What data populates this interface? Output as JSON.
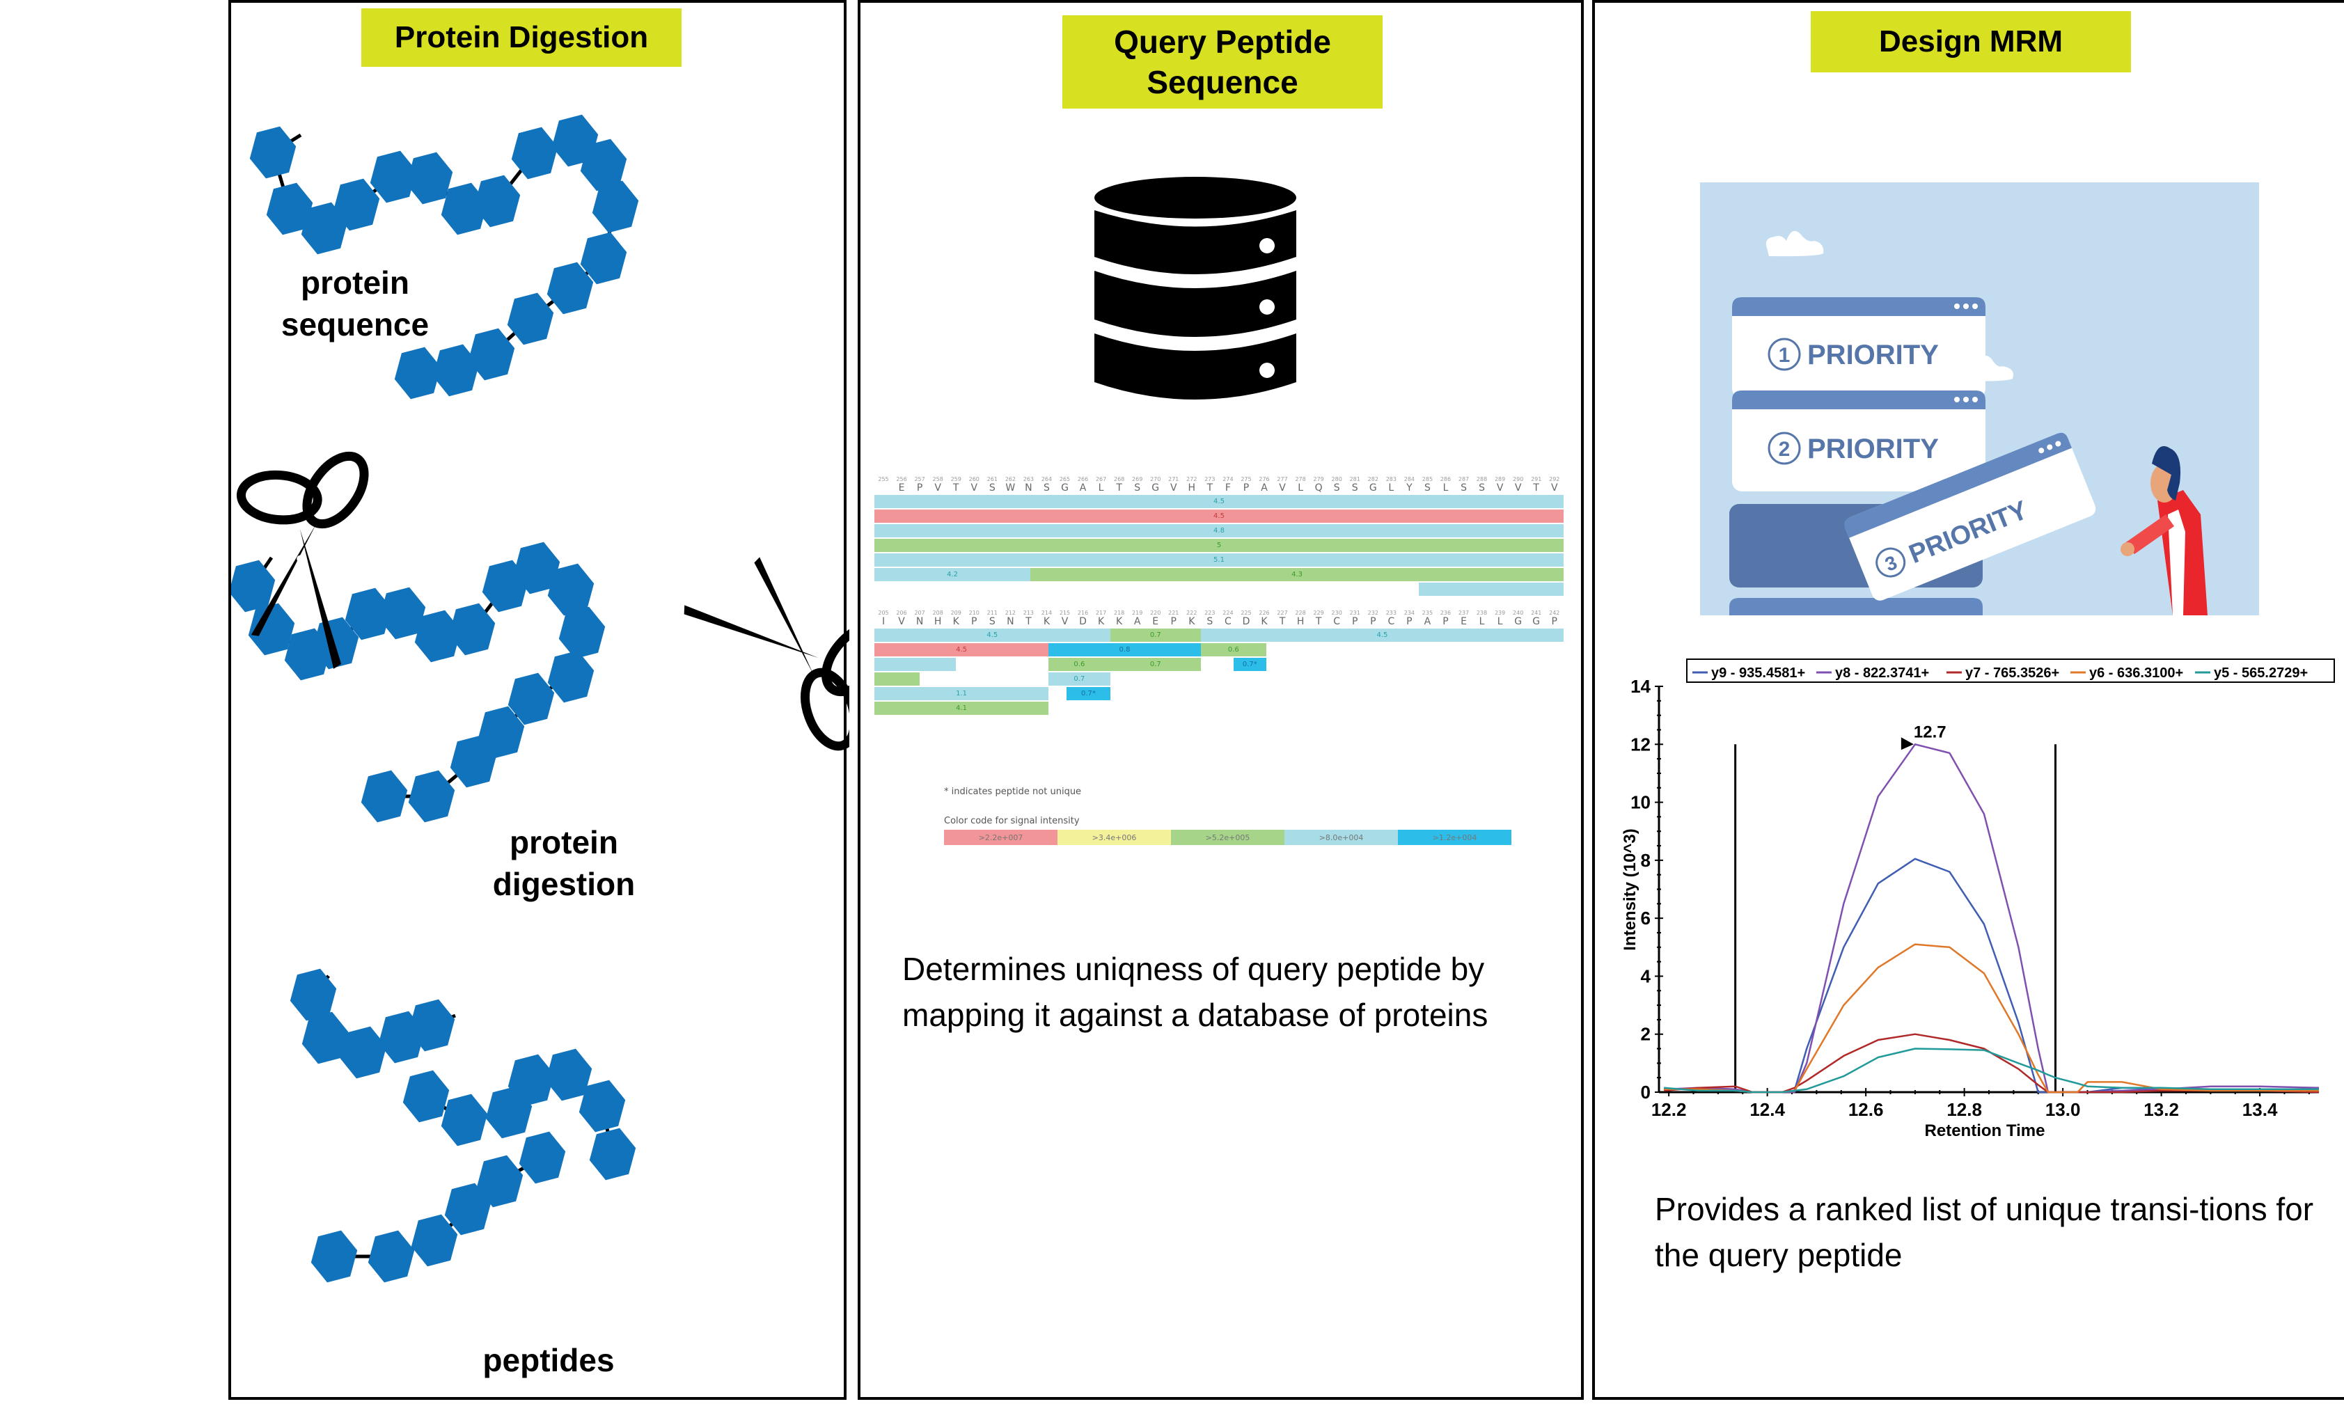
{
  "panels": [
    {
      "title": "Protein Digestion",
      "labels": {
        "protein_sequence": [
          "protein",
          "sequence"
        ],
        "protein_digestion": [
          "protein",
          "digestion"
        ],
        "peptides": "peptides"
      },
      "colors": {
        "residue": "#1273bd",
        "header_bg": "#d7e021"
      }
    },
    {
      "title_lines": [
        "Query Peptide",
        "Sequence"
      ],
      "icon": "database-icon",
      "sequence_blocks": [
        {
          "positions": [
            "255",
            "256",
            "257",
            "258",
            "259",
            "260",
            "261",
            "262",
            "263",
            "264",
            "265",
            "266",
            "267",
            "268",
            "269",
            "270",
            "271",
            "272",
            "273",
            "274",
            "275",
            "276",
            "277",
            "278",
            "279",
            "280",
            "281",
            "282",
            "283",
            "284",
            "285",
            "286",
            "287",
            "288",
            "289",
            "290",
            "291",
            "292"
          ],
          "residues": [
            "",
            "E",
            "P",
            "V",
            "T",
            "V",
            "S",
            "W",
            "N",
            "S",
            "G",
            "A",
            "L",
            "T",
            "S",
            "G",
            "V",
            "H",
            "T",
            "F",
            "P",
            "A",
            "V",
            "L",
            "Q",
            "S",
            "S",
            "G",
            "L",
            "Y",
            "S",
            "L",
            "S",
            "S",
            "V",
            "V",
            "T",
            "V"
          ],
          "rows": [
            [
              {
                "start": 0,
                "end": 38,
                "color": "lightblue",
                "label": "4.5"
              }
            ],
            [
              {
                "start": 0,
                "end": 38,
                "color": "red",
                "label": "4.5"
              }
            ],
            [
              {
                "start": 0,
                "end": 38,
                "color": "lightblue",
                "label": "4.8"
              }
            ],
            [
              {
                "start": 0,
                "end": 38,
                "color": "green",
                "label": "5"
              }
            ],
            [
              {
                "start": 0,
                "end": 38,
                "color": "lightblue",
                "label": "5.1"
              }
            ],
            [
              {
                "start": 0,
                "end": 8.6,
                "color": "lightblue",
                "label": "4.2"
              },
              {
                "start": 8.6,
                "end": 38,
                "color": "green",
                "label": "4.3"
              }
            ],
            [
              {
                "start": 30,
                "end": 38,
                "color": "lightblue",
                "label": ""
              }
            ]
          ]
        },
        {
          "positions": [
            "205",
            "206",
            "207",
            "208",
            "209",
            "210",
            "211",
            "212",
            "213",
            "214",
            "215",
            "216",
            "217",
            "218",
            "219",
            "220",
            "221",
            "222",
            "223",
            "224",
            "225",
            "226",
            "227",
            "228",
            "229",
            "230",
            "231",
            "232",
            "233",
            "234",
            "235",
            "236",
            "237",
            "238",
            "239",
            "240",
            "241",
            "242"
          ],
          "residues": [
            "I",
            "V",
            "N",
            "H",
            "K",
            "P",
            "S",
            "N",
            "T",
            "K",
            "V",
            "D",
            "K",
            "K",
            "A",
            "E",
            "P",
            "K",
            "S",
            "C",
            "D",
            "K",
            "T",
            "H",
            "T",
            "C",
            "P",
            "P",
            "C",
            "P",
            "A",
            "P",
            "E",
            "L",
            "L",
            "G",
            "G",
            "P"
          ],
          "rows": [
            [
              {
                "start": 0,
                "end": 13,
                "color": "lightblue",
                "label": "4.5"
              },
              {
                "start": 13,
                "end": 18,
                "color": "green",
                "label": "0.7"
              },
              {
                "start": 18,
                "end": 38,
                "color": "lightblue",
                "label": "4.5"
              }
            ],
            [
              {
                "start": 0,
                "end": 9.6,
                "color": "red",
                "label": "4.5"
              },
              {
                "start": 9.6,
                "end": 18,
                "color": "blue",
                "label": "0.8"
              },
              {
                "start": 18,
                "end": 21.6,
                "color": "green",
                "label": "0.6"
              }
            ],
            [
              {
                "start": 0,
                "end": 4.5,
                "color": "lightblue",
                "label": ""
              },
              {
                "start": 9.6,
                "end": 13,
                "color": "green",
                "label": "0.6"
              },
              {
                "start": 13,
                "end": 18,
                "color": "green",
                "label": "0.7"
              },
              {
                "start": 19.8,
                "end": 21.6,
                "color": "blue",
                "label": "0.7*"
              }
            ],
            [
              {
                "start": 0,
                "end": 2.5,
                "color": "green",
                "label": ""
              },
              {
                "start": 9.6,
                "end": 13,
                "color": "lightblue",
                "label": "0.7"
              }
            ],
            [
              {
                "start": 0,
                "end": 9.6,
                "color": "lightblue",
                "label": "1.1"
              },
              {
                "start": 10.6,
                "end": 13,
                "color": "blue",
                "label": "0.7*"
              }
            ],
            [
              {
                "start": 0,
                "end": 9.6,
                "color": "green",
                "label": "4.1"
              }
            ]
          ]
        }
      ],
      "note": "* indicates peptide not unique",
      "color_legend_title": "Color code for signal intensity",
      "color_legend": [
        {
          "label": ">2.2e+007",
          "color": "#f19599"
        },
        {
          "label": ">3.4e+006",
          "color": "#f3f29b"
        },
        {
          "label": ">5.2e+005",
          "color": "#a6d58a"
        },
        {
          "label": ">8.0e+004",
          "color": "#a8dde8"
        },
        {
          "label": ">1.2e+004",
          "color": "#2cbde9"
        }
      ],
      "description": "Determines uniqness of query peptide by mapping it against a database of proteins"
    },
    {
      "title": "Design MRM",
      "illustration": {
        "cards": [
          "PRIORITY",
          "PRIORITY",
          "PRIORITY"
        ],
        "card_numbers": [
          "1",
          "2",
          "3"
        ],
        "colors": {
          "sky": "#c3dcf0",
          "card_header": "#6488c0",
          "card_dark": "#5676aa",
          "shirt": "#e8262b",
          "hair": "#1b3a78"
        }
      },
      "description": "Provides a ranked list of unique transi-tions for the query peptide"
    }
  ],
  "chart_data": {
    "type": "line",
    "title": "",
    "xlabel": "Retention Time",
    "ylabel": "Intensity (10^3)",
    "xlim": [
      12.18,
      13.52
    ],
    "ylim": [
      0,
      14
    ],
    "xticks": [
      "12.2",
      "12.4",
      "12.6",
      "12.8",
      "13.0",
      "13.2",
      "13.4"
    ],
    "xtick_values": [
      12.2,
      12.4,
      12.6,
      12.8,
      13.0,
      13.2,
      13.4
    ],
    "yticks": [
      "0",
      "2",
      "4",
      "6",
      "8",
      "10",
      "12",
      "14"
    ],
    "ytick_values": [
      0,
      2,
      4,
      6,
      8,
      10,
      12,
      14
    ],
    "legend_position": "top",
    "peak_annotation": {
      "label": "12.7",
      "x": 12.7,
      "y": 12.0
    },
    "integration_boundaries": [
      12.335,
      12.985
    ],
    "x": [
      12.19,
      12.26,
      12.335,
      12.37,
      12.43,
      12.455,
      12.48,
      12.555,
      12.625,
      12.7,
      12.77,
      12.84,
      12.91,
      12.95,
      12.97,
      12.985,
      13.03,
      13.05,
      13.12,
      13.2,
      13.3,
      13.4,
      13.52
    ],
    "series": [
      {
        "name": "y9 - 935.4581+",
        "color": "#3f5db3",
        "values": [
          0.1,
          0.1,
          0.05,
          0,
          0,
          0.05,
          1.5,
          5.0,
          7.2,
          8.05,
          7.6,
          5.8,
          2.4,
          0,
          0,
          0,
          0,
          0,
          0.15,
          0.1,
          0.05,
          0.05,
          0.05
        ]
      },
      {
        "name": "y8 - 822.3741+",
        "color": "#8050b0",
        "values": [
          0.1,
          0.15,
          0.1,
          0,
          0,
          0,
          1.0,
          6.5,
          10.2,
          12.0,
          11.7,
          9.6,
          5.0,
          1.5,
          0,
          0,
          0,
          0,
          0.05,
          0.1,
          0.2,
          0.2,
          0.15
        ]
      },
      {
        "name": "y7 - 765.3526+",
        "color": "#b02828",
        "values": [
          0.05,
          0.15,
          0.2,
          0,
          0,
          0.15,
          0.4,
          1.25,
          1.8,
          2.0,
          1.8,
          1.5,
          0.8,
          0.25,
          0,
          0,
          0,
          0,
          0,
          0.05,
          0.05,
          0.05,
          0
        ]
      },
      {
        "name": "y6 - 636.3100+",
        "color": "#e07828",
        "values": [
          0.1,
          0.1,
          0.05,
          0,
          0,
          0.05,
          0.8,
          3.0,
          4.3,
          5.1,
          5.0,
          4.1,
          2.0,
          0.6,
          0,
          0,
          0,
          0.35,
          0.35,
          0.1,
          0.05,
          0.05,
          0.05
        ]
      },
      {
        "name": "y5 - 565.2729+",
        "color": "#239a9a",
        "values": [
          0.15,
          0.05,
          0.05,
          0,
          0,
          0.05,
          0.1,
          0.55,
          1.2,
          1.5,
          1.48,
          1.45,
          1.0,
          0.75,
          0.6,
          0.5,
          0.3,
          0.2,
          0.15,
          0.15,
          0.1,
          0.1,
          0.1
        ]
      }
    ]
  }
}
